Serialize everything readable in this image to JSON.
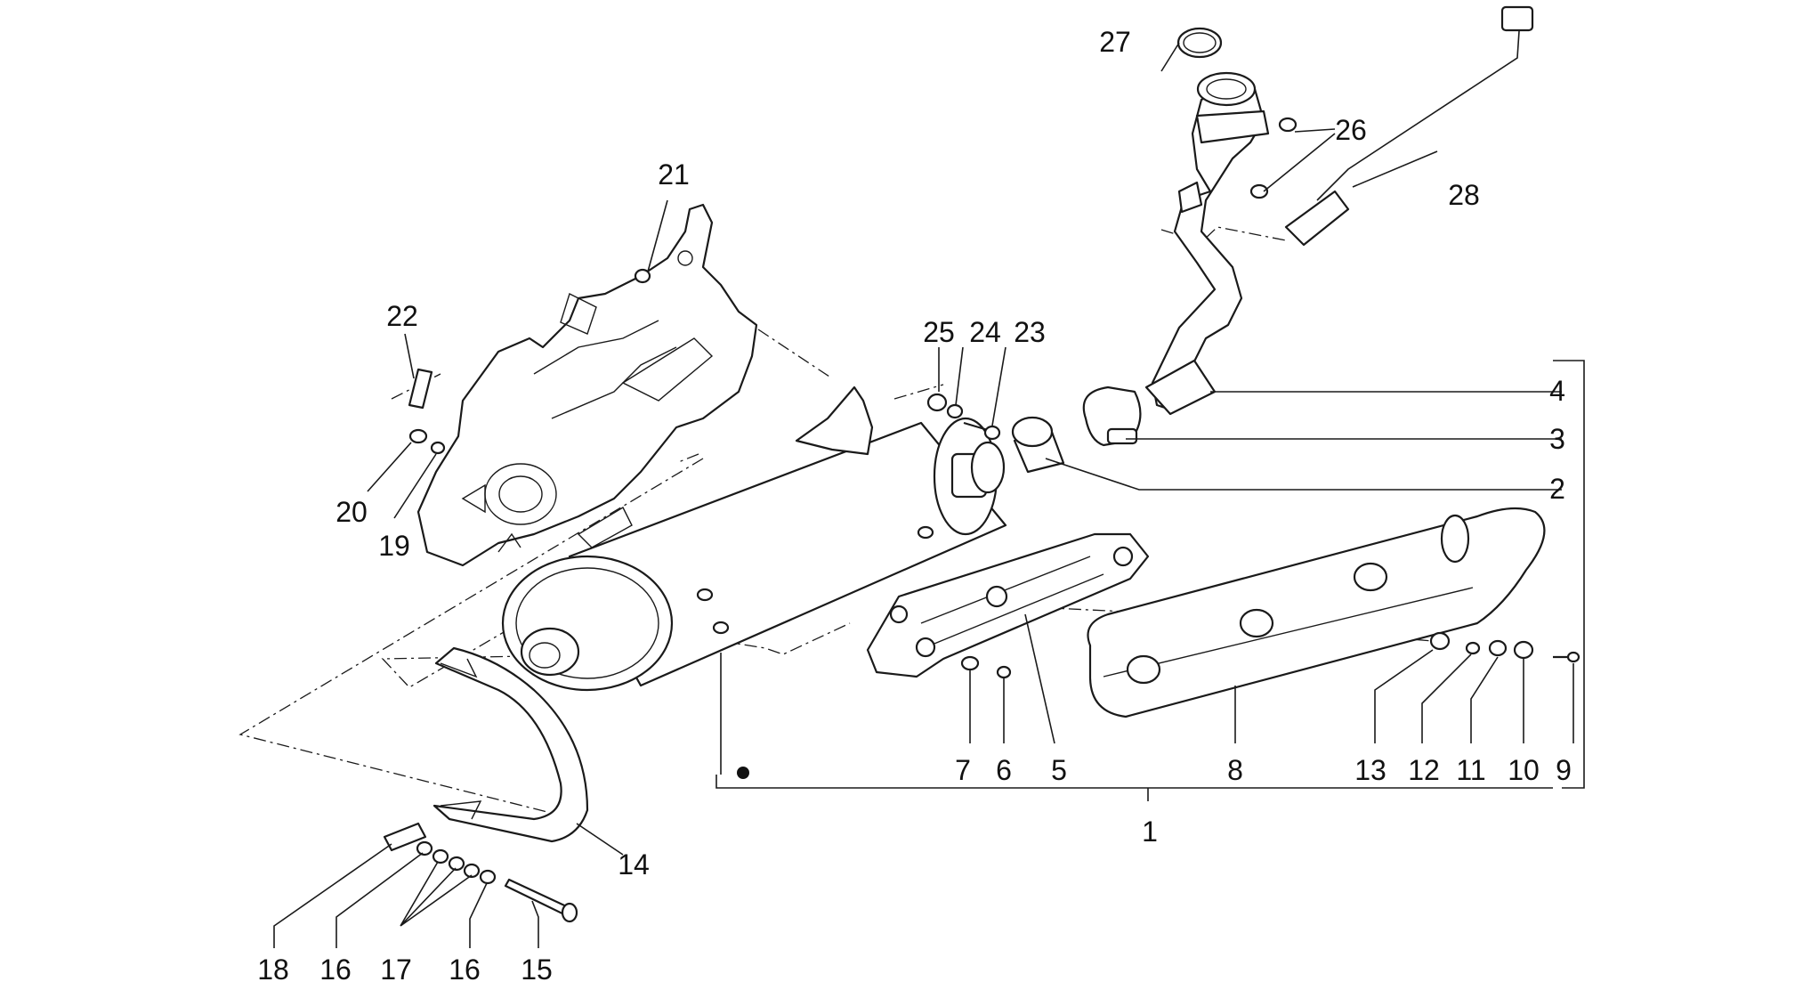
{
  "diagram": {
    "part_numbers": {
      "p1": "1",
      "p2": "2",
      "p3": "3",
      "p4": "4",
      "p5": "5",
      "p6": "6",
      "p7": "7",
      "p8": "8",
      "p9": "9",
      "p10": "10",
      "p11": "11",
      "p12": "12",
      "p13": "13",
      "p14": "14",
      "p15": "15",
      "p16a": "16",
      "p16b": "16",
      "p17": "17",
      "p18": "18",
      "p19": "19",
      "p20": "20",
      "p21": "21",
      "p22": "22",
      "p23": "23",
      "p24": "24",
      "p25": "25",
      "p26": "26",
      "p27": "27",
      "p28": "28"
    }
  }
}
